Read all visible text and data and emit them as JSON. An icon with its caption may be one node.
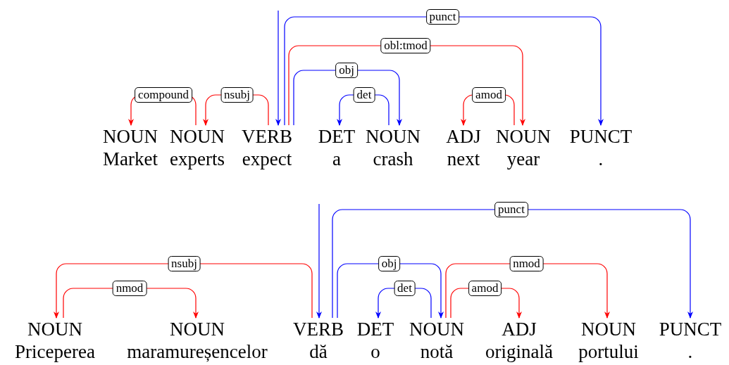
{
  "diagram": {
    "nodes": [
      {
        "text": [
          "NOUN",
          "Market"
        ]
      },
      {
        "text": [
          "NOUN",
          "experts"
        ]
      },
      {
        "text": [
          "VERB",
          "expect"
        ]
      },
      {
        "text": [
          "DET",
          "a"
        ]
      },
      {
        "text": [
          "NOUN",
          "crash"
        ]
      },
      {
        "text": [
          "ADJ",
          "next"
        ]
      },
      {
        "text": [
          "NOUN",
          "year"
        ]
      },
      {
        "text": [
          "PUNCT",
          "."
        ]
      },
      {
        "text": [
          "NOUN",
          "Priceperea"
        ]
      },
      {
        "text": [
          "NOUN",
          "maramureșencelor"
        ]
      },
      {
        "text": [
          "VERB",
          "dă"
        ]
      },
      {
        "text": [
          "DET",
          "o"
        ]
      },
      {
        "text": [
          "NOUN",
          "notă"
        ]
      },
      {
        "text": [
          "ADJ",
          "originală"
        ]
      },
      {
        "text": [
          "NOUN",
          "portului"
        ]
      },
      {
        "text": [
          "PUNCT",
          "."
        ]
      }
    ],
    "edges": [
      {
        "from": 1,
        "to": 0,
        "arrow": "to",
        "label": "compound",
        "color": "#ff0000"
      },
      {
        "from": 2,
        "to": 1,
        "arrow": "to",
        "label": "nsubj",
        "color": "#ff0000"
      },
      {
        "from": null,
        "to": 2,
        "arrow": "to",
        "color": "#0000ff"
      },
      {
        "from": 2,
        "to": 7,
        "arrow": "to",
        "label": "punct",
        "color": "#0000ff"
      },
      {
        "from": 2,
        "to": 6,
        "arrow": "to",
        "label": "obl:tmod",
        "color": "#ff0000"
      },
      {
        "from": 2,
        "to": 4,
        "arrow": "to",
        "label": "obj",
        "color": "#0000ff"
      },
      {
        "from": 4,
        "to": 3,
        "arrow": "to",
        "label": "det",
        "color": "#0000ff"
      },
      {
        "from": 6,
        "to": 5,
        "arrow": "to",
        "label": "amod",
        "color": "#ff0000"
      },
      {
        "from": null,
        "to": 10,
        "arrow": "to",
        "color": "#0000ff"
      },
      {
        "from": 10,
        "to": 15,
        "arrow": "to",
        "label": "punct",
        "color": "#0000ff"
      },
      {
        "from": 10,
        "to": 8,
        "arrow": "to",
        "label": "nsubj",
        "color": "#ff0000"
      },
      {
        "from": 8,
        "to": 9,
        "arrow": "to",
        "label": "nmod",
        "color": "#ff0000"
      },
      {
        "from": 10,
        "to": 12,
        "arrow": "to",
        "label": "obj",
        "color": "#0000ff"
      },
      {
        "from": 12,
        "to": 11,
        "arrow": "to",
        "label": "det",
        "color": "#0000ff"
      },
      {
        "from": 12,
        "to": 14,
        "arrow": "to",
        "label": "nmod",
        "color": "#ff0000"
      },
      {
        "from": 12,
        "to": 13,
        "arrow": "to",
        "label": "amod",
        "color": "#ff0000"
      }
    ]
  }
}
